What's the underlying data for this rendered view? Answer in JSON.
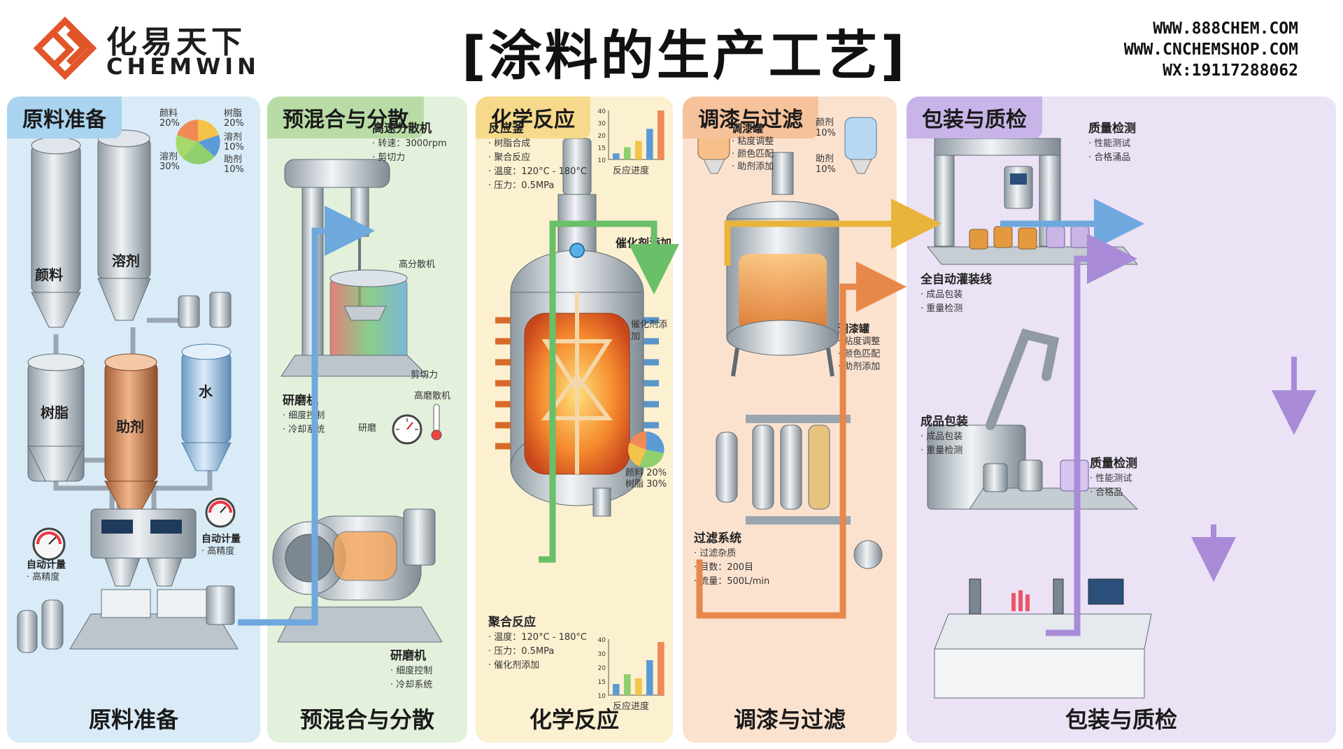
{
  "brand": {
    "name_cn": "化易天下",
    "name_en": "CHEMWIN"
  },
  "title": "[涂料的生产工艺]",
  "contact": [
    "WWW.888CHEM.COM",
    "WWW.CNCHEMSHOP.COM",
    "WX:19117288062"
  ],
  "colors": {
    "logo": "#e2552a",
    "water": "#6fa8dc",
    "green_pipe": "#6abf69",
    "yellow_pipe": "#e9b43c",
    "orange_pipe": "#e8874a",
    "purple_pipe": "#a98bd8"
  },
  "stages": [
    {
      "tag": "原料准备",
      "caption": "原料准备",
      "bg": "#d9ebf7",
      "tag_bg": "#a9d3ef",
      "tanks": [
        "颜料",
        "溶剂",
        "树脂",
        "助剂",
        "水"
      ],
      "pie_labels": [
        {
          "name": "颜料",
          "pct": "20%"
        },
        {
          "name": "树脂",
          "pct": "20%"
        },
        {
          "name": "溶剂",
          "pct": "10%"
        },
        {
          "name": "溶剂",
          "pct": "30%"
        },
        {
          "name": "助剂",
          "pct": "10%"
        }
      ],
      "meter_left": {
        "title": "自动计量",
        "note": "· 高精度"
      },
      "meter_right": {
        "title": "自动计量",
        "note": "· 高精度"
      }
    },
    {
      "tag": "预混合与分散",
      "caption": "预混合与分散",
      "bg": "#e3f1dc",
      "tag_bg": "#b9dca7",
      "disperser": {
        "title": "高速分散机",
        "items": [
          "· 转速：3000rpm",
          "· 剪切力"
        ]
      },
      "high_disperser": "高分散机",
      "shear": "剪切力",
      "mill": {
        "title": "研磨机",
        "items": [
          "· 细度控制",
          "· 冷却系统"
        ]
      },
      "fineness": "研磨",
      "high_mill": "高磨散机",
      "mill_bottom": {
        "title": "研磨机",
        "items": [
          "· 细度控制",
          "· 冷却系统"
        ]
      }
    },
    {
      "tag": "化学反应",
      "caption": "化学反应",
      "bg": "#fbf0d0",
      "tag_bg": "#f6d98a",
      "reactor": {
        "title": "反应釜",
        "items": [
          "· 树脂合成",
          "· 聚合反应",
          "· 温度：120°C - 180°C",
          "· 压力：0.5MPa"
        ]
      },
      "catalyst": "催化剂添加",
      "catalyst_side": "催化剂添加",
      "chart_title": "反应进度",
      "chart_values": [
        5,
        10,
        15,
        25,
        40
      ],
      "chart_ticks": [
        "40",
        "30",
        "20",
        "15",
        "10"
      ],
      "poly": {
        "title": "聚合反应",
        "items": [
          "· 温度：120°C - 180°C",
          "· 压力：0.5MPa",
          "· 催化剂添加"
        ]
      },
      "chart2_title": "反应进度",
      "chart2_values": [
        8,
        15,
        12,
        25,
        38
      ],
      "chart2_ticks": [
        "40",
        "30",
        "20",
        "15",
        "10"
      ],
      "pie2_labels": [
        {
          "name": "颜料",
          "pct": "20%"
        },
        {
          "name": "树脂",
          "pct": "30%"
        }
      ]
    },
    {
      "tag": "调漆与过滤",
      "caption": "调漆与过滤",
      "bg": "#fbe2cf",
      "tag_bg": "#f6c29a",
      "tank_top": {
        "title": "调漆罐",
        "items": [
          "· 粘度调整",
          "· 颜色匹配",
          "· 助剂添加"
        ]
      },
      "solvent": {
        "name": "颜剂",
        "pct": "10%"
      },
      "aux": {
        "name": "助剂",
        "pct": "10%"
      },
      "tank_side": {
        "title": "调漆罐",
        "items": [
          "· 粘度调整",
          "· 颜色匹配",
          "· 助剂添加"
        ]
      },
      "filter": {
        "title": "过滤系统",
        "items": [
          "· 过滤杂质",
          "· 目数：200目",
          "· 流量：500L/min"
        ]
      }
    },
    {
      "tag": "包装与质检",
      "caption": "包装与质检",
      "bg": "#ebe2f6",
      "tag_bg": "#c8b4e8",
      "qc_top": {
        "title": "质量检测",
        "items": [
          "· 性能测试",
          "· 合格涌品"
        ]
      },
      "filling": {
        "title": "全自动灌装线",
        "items": [
          "· 成品包装",
          "· 重量检测"
        ]
      },
      "packing": {
        "title": "成品包装",
        "items": [
          "· 成品包装",
          "· 重量检测"
        ]
      },
      "qc_bottom": {
        "title": "质量检测",
        "items": [
          "· 性能测试",
          "· 合格品"
        ]
      }
    }
  ]
}
